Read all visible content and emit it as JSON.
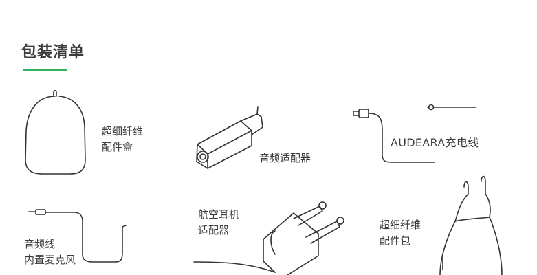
{
  "header": {
    "title": "包装清单"
  },
  "items": [
    {
      "lines": [
        "超细纤维",
        "配件盒"
      ]
    },
    {
      "lines": [
        "音频适配器"
      ]
    },
    {
      "lines": [
        "AUDEARA充电线"
      ]
    },
    {
      "lines": [
        "音频线",
        "内置麦克风"
      ]
    },
    {
      "lines": [
        "航空耳机",
        "适配器"
      ]
    },
    {
      "lines": [
        "超细纤维",
        "配件包"
      ]
    }
  ],
  "colors": {
    "accent": "#2fb35a",
    "line_art": "#333333"
  }
}
